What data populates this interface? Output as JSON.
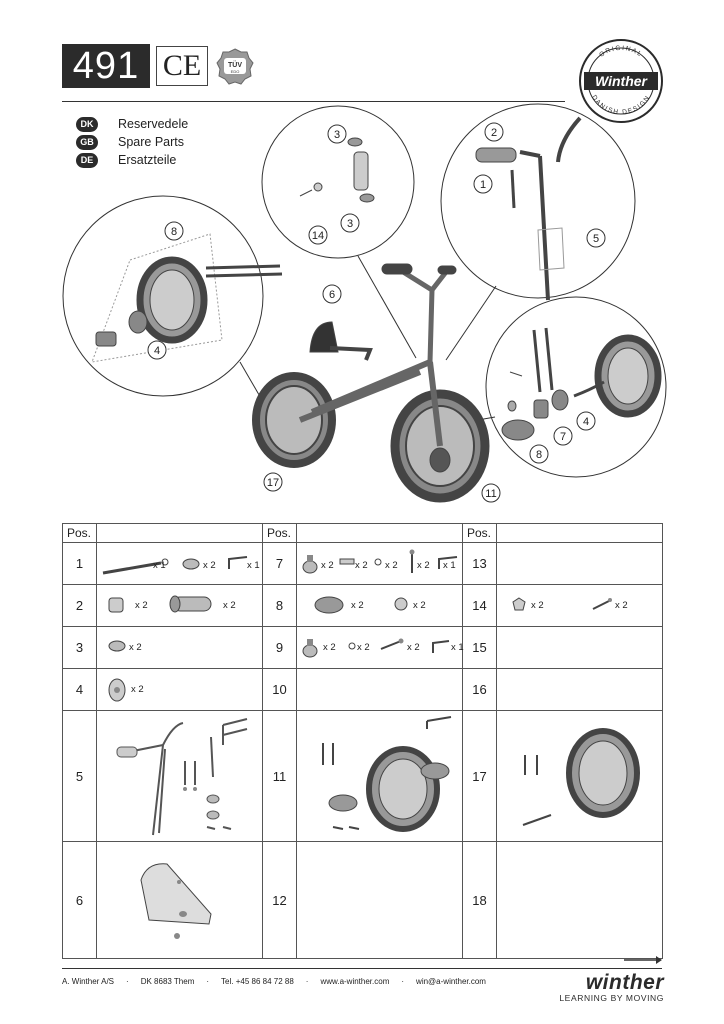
{
  "header": {
    "model_number": "491",
    "ce_mark": "CE",
    "tuv_mark": "TÜV",
    "tuv_sub": "EDO",
    "logo": {
      "top_text": "ORIGINAL",
      "name": "Winther",
      "bottom_text": "DANISH DESIGN"
    }
  },
  "languages": [
    {
      "code": "DK",
      "label": "Reservedele"
    },
    {
      "code": "GB",
      "label": "Spare Parts"
    },
    {
      "code": "DE",
      "label": "Ersatzteile"
    }
  ],
  "callouts": [
    "1",
    "2",
    "3",
    "3",
    "4",
    "4",
    "5",
    "6",
    "7",
    "8",
    "8",
    "11",
    "14",
    "17"
  ],
  "table": {
    "header": "Pos.",
    "rows": [
      {
        "positions": [
          "1",
          "7",
          "13"
        ],
        "qty": [
          [
            "x 1",
            "x 2",
            "x 1"
          ],
          [
            "x 2",
            "x 2",
            "x 2",
            "x 2",
            "x 1"
          ],
          []
        ]
      },
      {
        "positions": [
          "2",
          "8",
          "14"
        ],
        "qty": [
          [
            "x 2",
            "x 2"
          ],
          [
            "x 2",
            "x 2"
          ],
          [
            "x 2",
            "x 2"
          ]
        ]
      },
      {
        "positions": [
          "3",
          "9",
          "15"
        ],
        "qty": [
          [
            "x 2"
          ],
          [
            "x 2",
            "x 2",
            "x 2",
            "x 1"
          ],
          []
        ]
      },
      {
        "positions": [
          "4",
          "10",
          "16"
        ],
        "qty": [
          [
            "x 2"
          ],
          [],
          []
        ]
      },
      {
        "positions": [
          "5",
          "11",
          "17"
        ],
        "qty": [
          [],
          [],
          []
        ]
      },
      {
        "positions": [
          "6",
          "12",
          "18"
        ],
        "qty": [
          [],
          [],
          []
        ]
      }
    ]
  },
  "footer": {
    "company": "A. Winther A/S",
    "address": "DK 8683 Them",
    "phone": "Tel. +45 86 84 72 88",
    "web": "www.a-winther.com",
    "email": "win@a-winther.com",
    "sep": "·",
    "wordmark": "winther",
    "tagline": "LEARNING BY MOVING"
  }
}
